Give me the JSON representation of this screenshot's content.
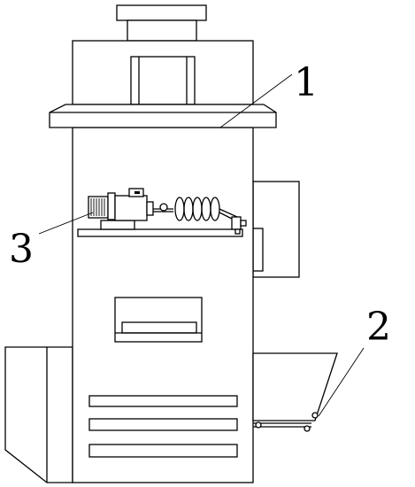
{
  "diagram": {
    "callouts": [
      {
        "id": "callout-1",
        "text": "1"
      },
      {
        "id": "callout-2",
        "text": "2"
      },
      {
        "id": "callout-3",
        "text": "3"
      }
    ]
  }
}
